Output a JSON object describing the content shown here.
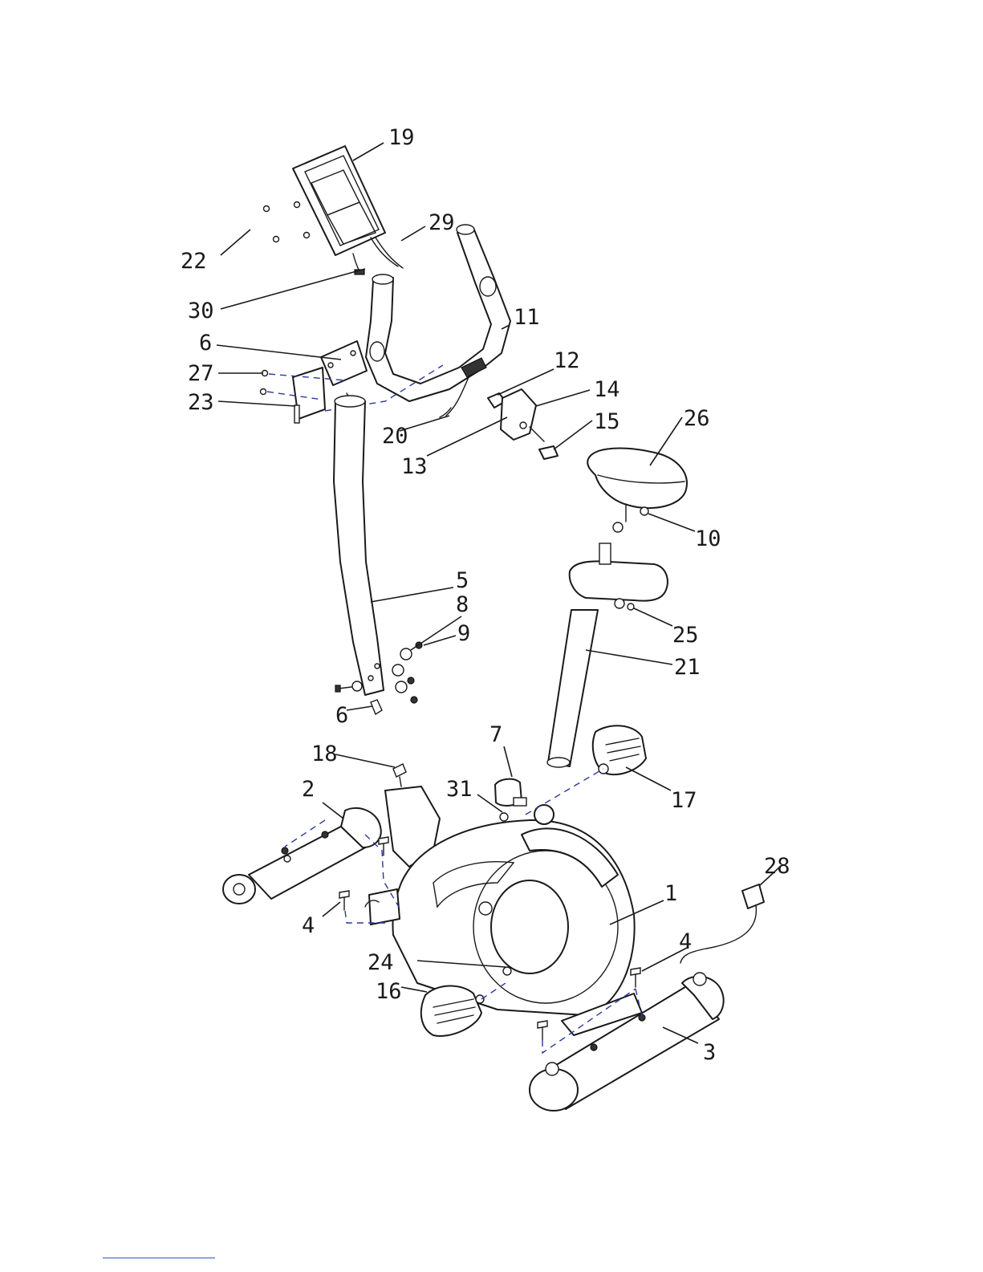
{
  "diagram": {
    "callouts": [
      "19",
      "22",
      "29",
      "30",
      "11",
      "6",
      "27",
      "12",
      "14",
      "23",
      "20",
      "15",
      "13",
      "26",
      "10",
      "5",
      "8",
      "9",
      "25",
      "21",
      "6",
      "7",
      "18",
      "17",
      "2",
      "31",
      "28",
      "1",
      "4",
      "4",
      "24",
      "16",
      "3"
    ]
  },
  "colors": {
    "line": "#1a1a1a",
    "dashed_guide": "#2a3a9a",
    "link_underline": "#3355bb"
  }
}
